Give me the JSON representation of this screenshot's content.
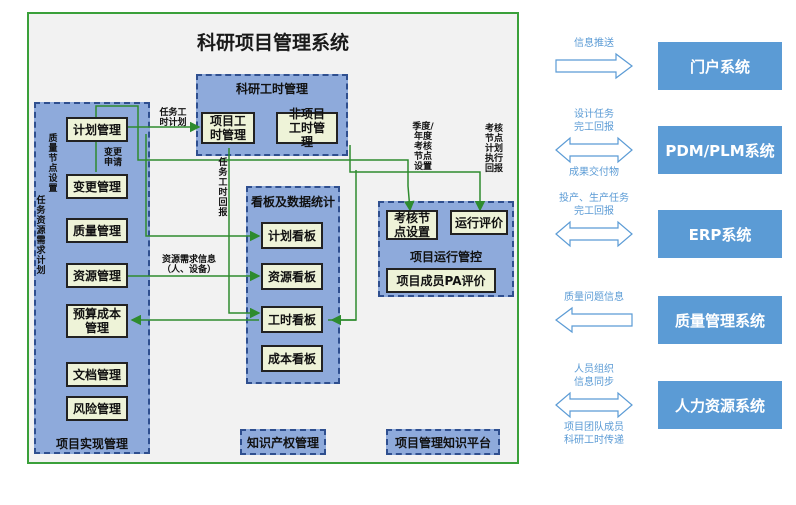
{
  "main_title": "科研项目管理系统",
  "panels": {
    "project": "项目实现管理",
    "worktime": "科研工时管理",
    "board": "看板及数据统计",
    "ops": "项目运行管控"
  },
  "nodes": {
    "plan": "计划管理",
    "change": "变更管理",
    "quality": "质量管理",
    "resource": "资源管理",
    "budget": "预算成本管理",
    "doc": "文档管理",
    "risk": "风险管理",
    "proj_hours": "项目工时管理",
    "nonproj_hours": "非项目工时管理",
    "plan_board": "计划看板",
    "resource_board": "资源看板",
    "hours_board": "工时看板",
    "cost_board": "成本看板",
    "assess": "考核节点设置",
    "run_eval": "运行评价",
    "pa_eval": "项目成员PA评价"
  },
  "tags": {
    "ip": "知识产权管理",
    "kb": "项目管理知识平台"
  },
  "flow_labels": {
    "task_plan": "任务工时计划",
    "quality_nodes": "质量节点设置",
    "change_request": "变更申请",
    "resource_plan": "任务资源需求计划",
    "hours_feedback": "任务工时回报",
    "resource_info": "资源需求信息\n（人、设备）",
    "season_year": "季度/年度考核节点设置",
    "assess_plan": "考核节点计划执行回报"
  },
  "external": [
    {
      "label": "门户系统",
      "top_text": "信息推送",
      "bottom_text": "",
      "arrow": "right"
    },
    {
      "label": "PDM/PLM系统",
      "top_text": "设计任务\n完工回报",
      "bottom_text": "成果交付物",
      "arrow": "both"
    },
    {
      "label": "ERP系统",
      "top_text": "投产、生产任务\n完工回报",
      "bottom_text": "",
      "arrow": "both"
    },
    {
      "label": "质量管理系统",
      "top_text": "质量问题信息",
      "bottom_text": "",
      "arrow": "left"
    },
    {
      "label": "人力资源系统",
      "top_text": "人员组织\n信息同步",
      "bottom_text": "项目团队成员\n科研工时传递",
      "arrow": "both"
    }
  ],
  "colors": {
    "frame": "#3aa03a",
    "panel": "#8eaadb",
    "ext": "#5b9bd5",
    "line": "#2e8b2e"
  }
}
